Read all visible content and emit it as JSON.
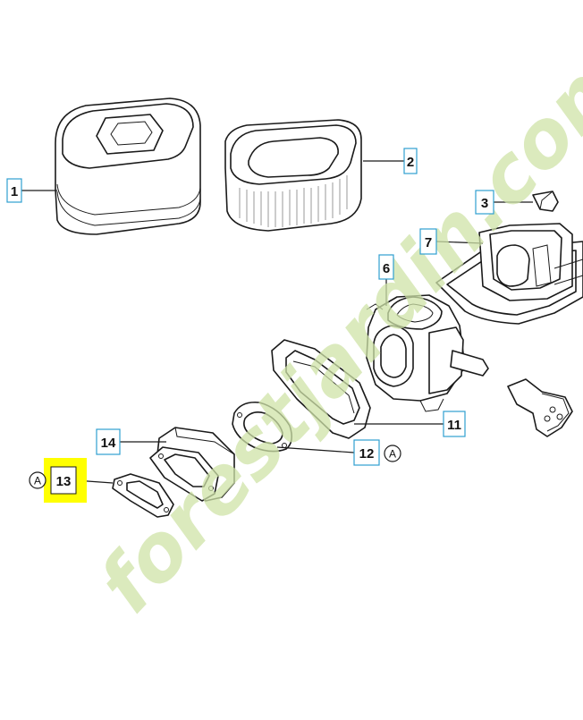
{
  "diagram": {
    "callouts": [
      {
        "id": "1",
        "label": "1"
      },
      {
        "id": "2",
        "label": "2"
      },
      {
        "id": "3",
        "label": "3"
      },
      {
        "id": "6",
        "label": "6"
      },
      {
        "id": "7",
        "label": "7"
      },
      {
        "id": "11",
        "label": "11"
      },
      {
        "id": "12",
        "label": "12"
      },
      {
        "id": "13",
        "label": "13"
      },
      {
        "id": "14",
        "label": "14"
      }
    ],
    "reference_marks": [
      {
        "id": "a-right",
        "label": "A"
      },
      {
        "id": "a-left",
        "label": "A"
      }
    ],
    "highlighted_callout": "13"
  },
  "watermark": {
    "text": "forestjardin.com",
    "color": "#cfe3a8",
    "color2": "#cfcabd"
  },
  "colors": {
    "highlight": "#ffff00",
    "callout_border": "#2f9fd0",
    "line": "#1a1a1a"
  }
}
